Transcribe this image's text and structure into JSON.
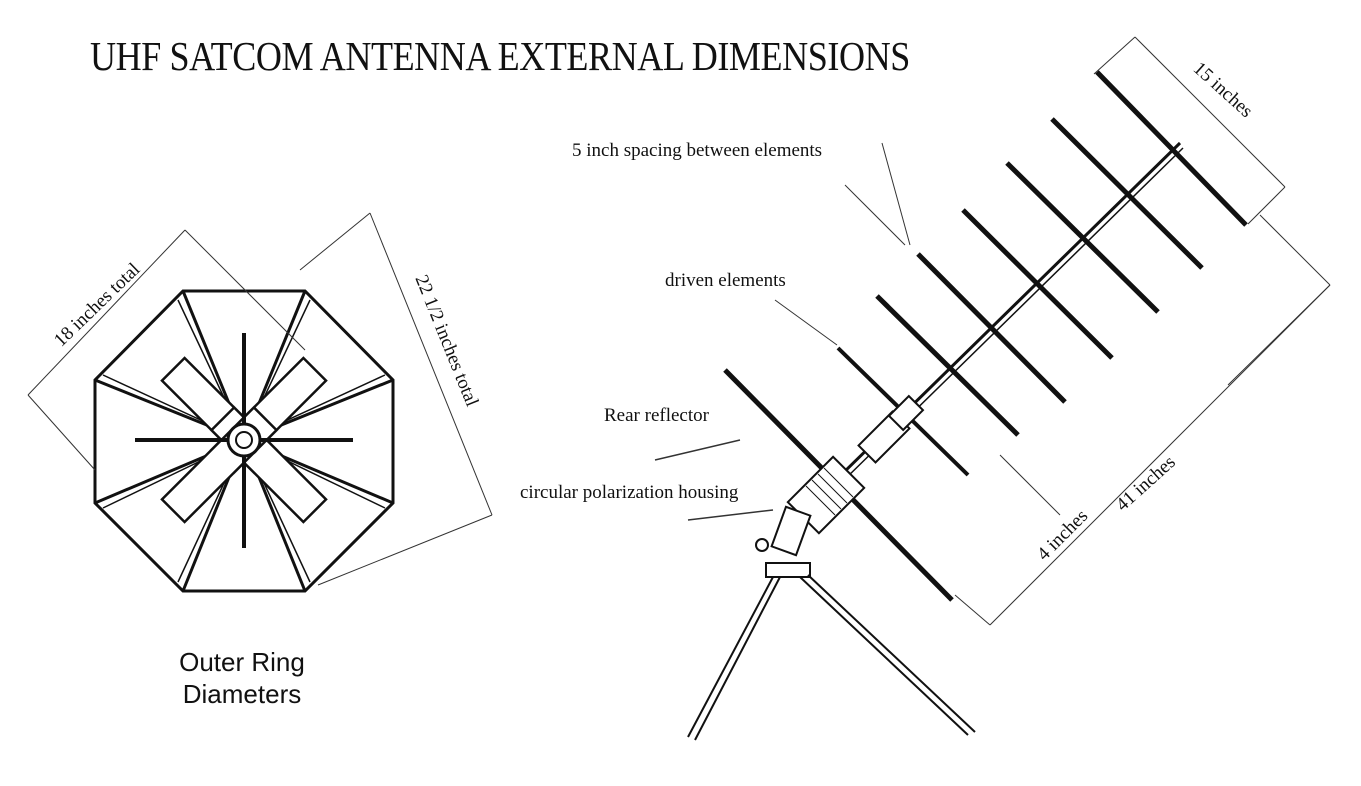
{
  "title": "UHF SATCOM ANTENNA EXTERNAL DIMENSIONS",
  "labels": {
    "spacing": "5 inch spacing between elements",
    "driven": "driven elements",
    "rear": "Rear reflector",
    "housing": "circular polarization housing",
    "element_len": "15 inches",
    "total_len": "41 inches",
    "offset": "4 inches",
    "diam_18": "18 inches total",
    "diam_22": "22 1/2 inches total",
    "ring_line1": "Outer Ring",
    "ring_line2": "Diameters"
  },
  "colors": {
    "ink": "#111111",
    "line": "#333333",
    "bg": "#ffffff"
  }
}
